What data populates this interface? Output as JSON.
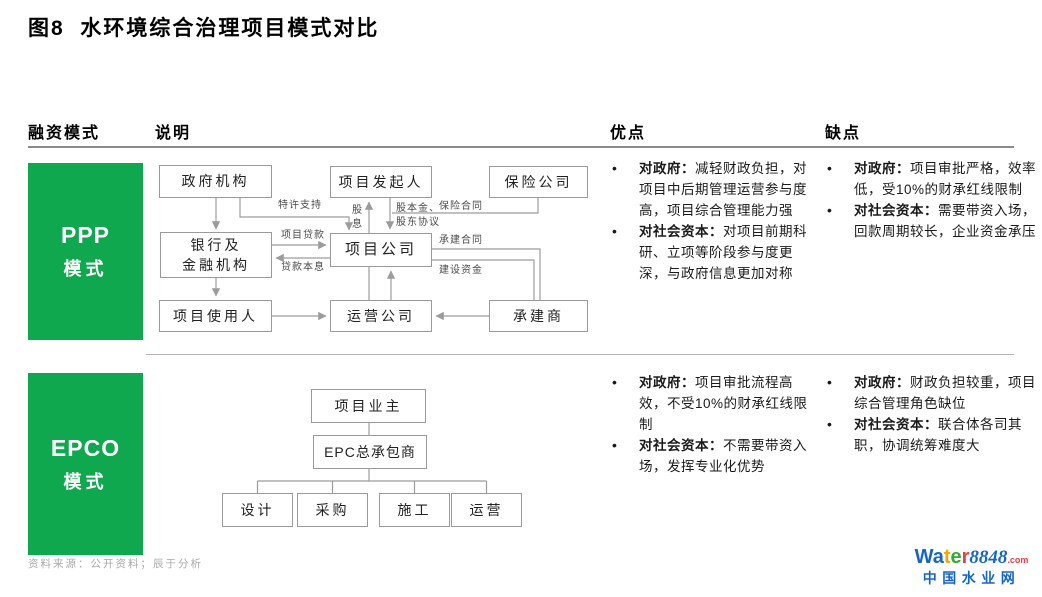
{
  "page": {
    "title": "图8  水环境综合治理项目模式对比",
    "source_note": "资料来源：公开资料；辰于分析"
  },
  "colors": {
    "brand_green": "#10A84F",
    "line_gray": "#9c9c9c"
  },
  "table": {
    "headers": {
      "mode": "融资模式",
      "description": "说明",
      "pros": "优点",
      "cons": "缺点"
    }
  },
  "rows": [
    {
      "mode": {
        "line1": "PPP",
        "line2": "模式"
      },
      "pros": [
        {
          "head": "对政府：",
          "body": "减轻财政负担，对项目中后期管理运营参与度高，项目综合管理能力强"
        },
        {
          "head": "对社会资本：",
          "body": "对项目前期科研、立项等阶段参与度更深，与政府信息更加对称"
        }
      ],
      "cons": [
        {
          "head": "对政府：",
          "body": "项目审批严格，效率低，受10%的财承红线限制"
        },
        {
          "head": "对社会资本：",
          "body": "需要带资入场，回款周期较长，企业资金承压"
        }
      ]
    },
    {
      "mode": {
        "line1": "EPCO",
        "line2": "模式"
      },
      "pros": [
        {
          "head": "对政府：",
          "body": "项目审批流程高效，不受10%的财承红线限制"
        },
        {
          "head": "对社会资本：",
          "body": "不需要带资入场，发挥专业化优势"
        }
      ],
      "cons": [
        {
          "head": "对政府：",
          "body": "财政负担较重，项目综合管理角色缺位"
        },
        {
          "head": "对社会资本：",
          "body": "联合体各司其职，协调统筹难度大"
        }
      ]
    }
  ],
  "ppp_diagram": {
    "boxes": {
      "government": "政府机构",
      "sponsor": "项目发起人",
      "insurance": "保险公司",
      "bank": "银行及\n金融机构",
      "project_company": "项目公司",
      "project_user": "项目使用人",
      "operating_company": "运营公司",
      "contractor": "承建商"
    },
    "edge_labels": {
      "franchise_support": "特许支持",
      "dividend": "股\n息",
      "equity_agreement": "股本金、\n股东协议",
      "insurance_contract": "保险合同",
      "project_loan": "项目贷款",
      "loan_repayment": "贷款本息",
      "construction_contract": "承建合同",
      "construction_funds": "建设资金"
    }
  },
  "epco_diagram": {
    "boxes": {
      "owner": "项目业主",
      "epc_contractor": "EPC总承包商",
      "design": "设计",
      "procurement": "采购",
      "construction": "施工",
      "operation": "运营"
    }
  },
  "logo": {
    "parts": [
      {
        "text": "Wa",
        "color": "#1565c8"
      },
      {
        "text": "t",
        "color": "#f7a600"
      },
      {
        "text": "e",
        "color": "#36a935"
      },
      {
        "text": "r",
        "color": "#e83f3f"
      }
    ],
    "number": "8848",
    "number_color": "#1565c8",
    "domain": ".com",
    "domain_color": "#e83f3f",
    "subtitle": "中国水业网",
    "subtitle_color": "#1565c8"
  }
}
